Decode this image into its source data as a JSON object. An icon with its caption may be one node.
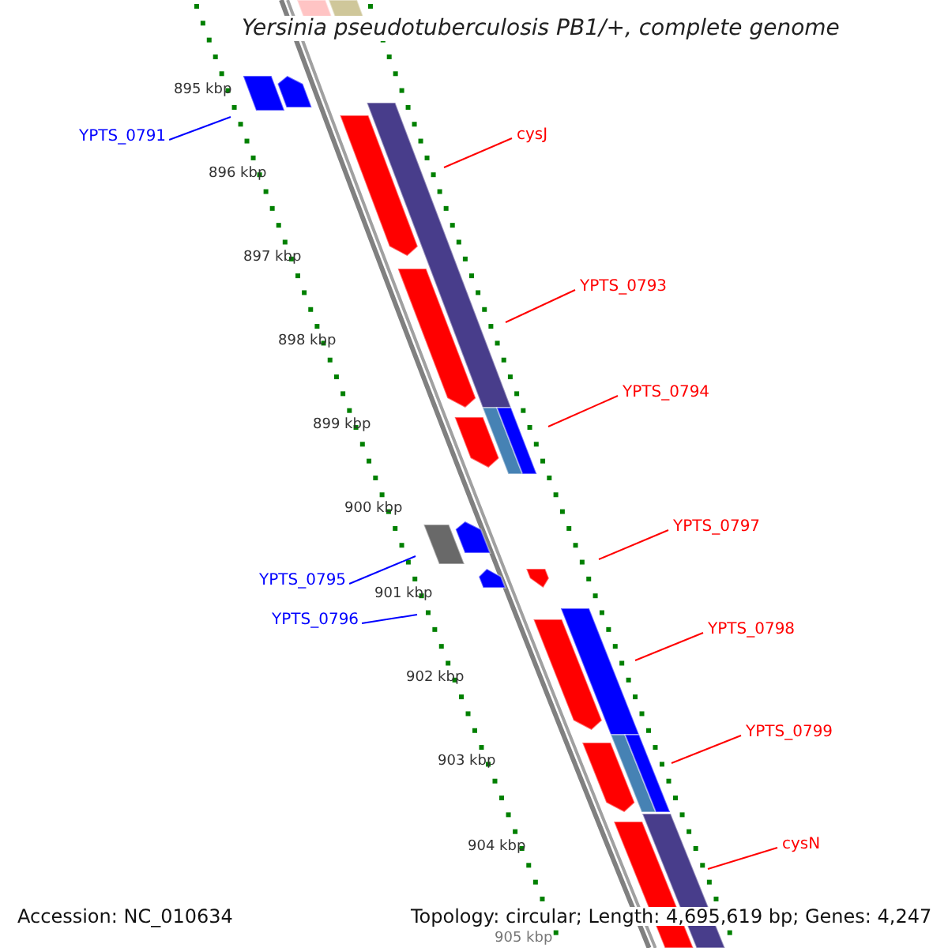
{
  "diagram": {
    "title": "Yersinia pseudotuberculosis PB1/+, complete genome",
    "nodes": [
      {
        "text": [
          "YPTS_0791"
        ]
      },
      {
        "text": [
          "cysJ"
        ]
      },
      {
        "text": [
          "YPTS_0793"
        ]
      },
      {
        "text": [
          "YPTS_0794"
        ]
      },
      {
        "text": [
          "YPTS_0797"
        ]
      },
      {
        "text": [
          "YPTS_0795"
        ]
      },
      {
        "text": [
          "YPTS_0796"
        ]
      },
      {
        "text": [
          "YPTS_0798"
        ]
      },
      {
        "text": [
          "YPTS_0799"
        ]
      },
      {
        "text": [
          "cysN"
        ]
      }
    ],
    "edges": [
      {
        "from": 0,
        "to": null,
        "arrow": "none",
        "color": "#0000ff"
      },
      {
        "from": 1,
        "to": null,
        "arrow": "none"
      },
      {
        "from": 2,
        "to": null,
        "arrow": "none"
      },
      {
        "from": 3,
        "to": null,
        "arrow": "none"
      },
      {
        "from": 4,
        "to": null,
        "arrow": "none"
      },
      {
        "from": 5,
        "to": null,
        "arrow": "none",
        "color": "#0000ff"
      },
      {
        "from": 6,
        "to": null,
        "arrow": "none",
        "color": "#0000ff"
      },
      {
        "from": 7,
        "to": null,
        "arrow": "none"
      },
      {
        "from": 8,
        "to": null,
        "arrow": "none"
      },
      {
        "from": 9,
        "to": null,
        "arrow": "none"
      }
    ],
    "labels": [
      "895 kbp",
      "896 kbp",
      "897 kbp",
      "898 kbp",
      "899 kbp",
      "900 kbp",
      "901 kbp",
      "902 kbp",
      "903 kbp",
      "904 kbp",
      "905 kbp",
      "Accession: NC_010634",
      "Topology: circular; Length: 4,695,619 bp; Genes: 4,247"
    ]
  }
}
